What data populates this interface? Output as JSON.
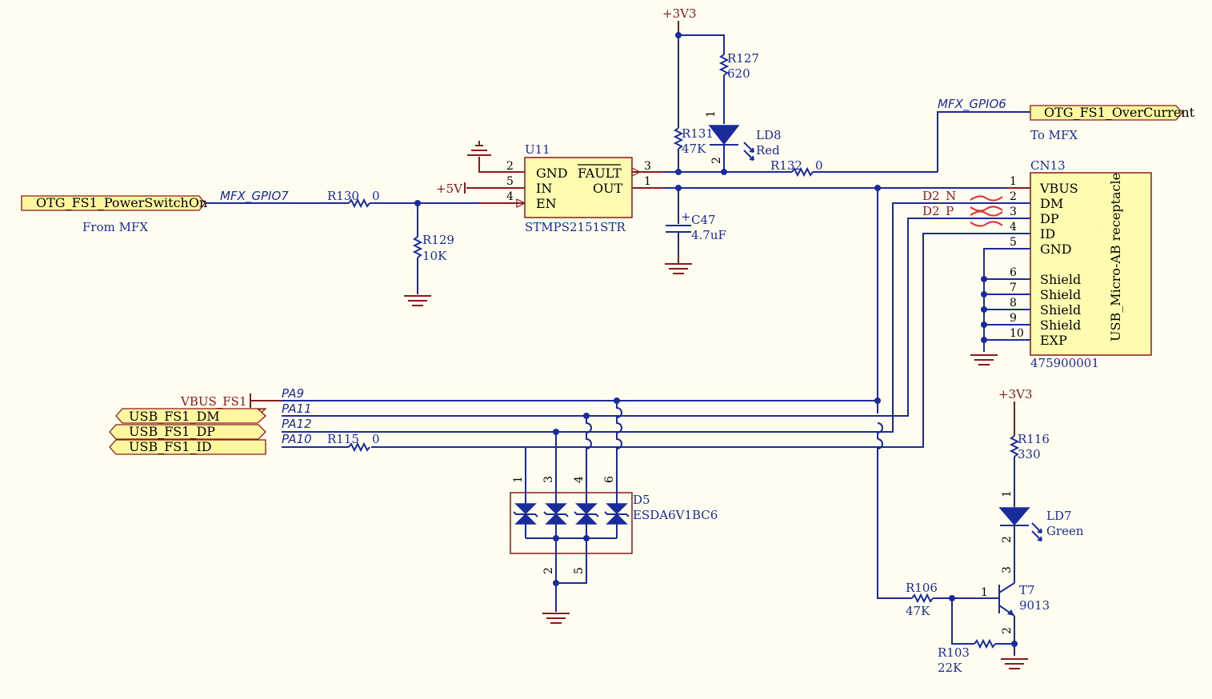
{
  "ports": {
    "power_switch": "OTG_FS1_PowerSwitchOn",
    "power_switch_note": "From MFX",
    "overcurrent": "OTG_FS1_OverCurrent",
    "overcurrent_note": "To MFX",
    "usb_dm": "USB_FS1_DM",
    "usb_dp": "USB_FS1_DP",
    "usb_id": "USB_FS1_ID",
    "vbus": "VBUS_FS1"
  },
  "nets": {
    "mfx_gpio7": "MFX_GPIO7",
    "mfx_gpio6": "MFX_GPIO6",
    "pa9": "PA9",
    "pa11": "PA11",
    "pa12": "PA12",
    "pa10": "PA10",
    "d2n": "D2_N",
    "d2p": "D2_P"
  },
  "power": {
    "v33_top": "+3V3",
    "v33_right": "+3V3",
    "v5": "+5V"
  },
  "u11": {
    "ref": "U11",
    "part": "STMPS2151STR",
    "pin_gnd": "GND",
    "pin_in": "IN",
    "pin_en": "EN",
    "pin_fault": "FAULT",
    "pin_out": "OUT",
    "n2": "2",
    "n5": "5",
    "n4": "4",
    "n3": "3",
    "n1": "1"
  },
  "cn13": {
    "ref": "CN13",
    "part": "475900001",
    "side": "USB_Micro-AB receptacle",
    "pins": [
      "VBUS",
      "DM",
      "DP",
      "ID",
      "GND",
      "Shield",
      "Shield",
      "Shield",
      "Shield",
      "EXP"
    ],
    "nums": [
      "1",
      "2",
      "3",
      "4",
      "5",
      "6",
      "7",
      "8",
      "9",
      "10"
    ]
  },
  "d5": {
    "ref": "D5",
    "part": "ESDA6V1BC6",
    "top_pins": [
      "1",
      "3",
      "4",
      "6"
    ],
    "bot_pins": [
      "2",
      "5"
    ]
  },
  "components": {
    "r127": "R127",
    "r127v": "620",
    "r131": "R131",
    "r131v": "47K",
    "r130": "R130",
    "r130v": "0",
    "r129": "R129",
    "r129v": "10K",
    "r132": "R132",
    "r132v": "0",
    "r115": "R115",
    "r115v": "0",
    "r116": "R116",
    "r116v": "330",
    "r106": "R106",
    "r106v": "47K",
    "r103": "R103",
    "r103v": "22K",
    "c47": "C47",
    "c47v": "4.7uF",
    "ld8": "LD8",
    "ld8v": "Red",
    "ld7": "LD7",
    "ld7v": "Green",
    "t7": "T7",
    "t7v": "9013",
    "ld8_p1": "1",
    "ld8_p2": "2",
    "ld7_p1": "1",
    "ld7_p2": "2",
    "t7_p1": "1",
    "t7_p2": "2",
    "t7_p3": "3"
  }
}
